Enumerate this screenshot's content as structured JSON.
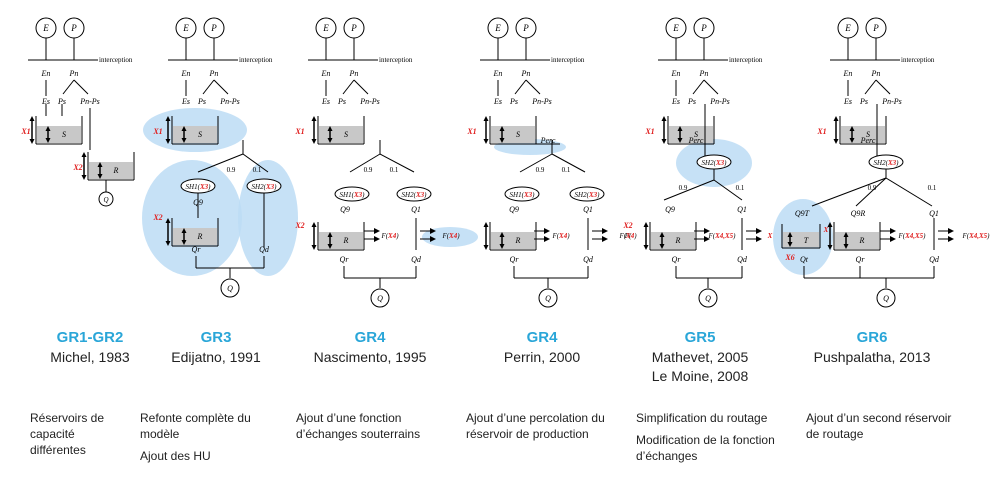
{
  "common": {
    "E": "E",
    "P": "P",
    "interception": "interception",
    "En": "En",
    "Pn": "Pn",
    "Es": "Es",
    "Ps": "Ps",
    "PnPs": "Pn-Ps",
    "S": "S",
    "R": "R",
    "T": "T",
    "Q": "Q",
    "Q9": "Q9",
    "Q1": "Q1",
    "Qr": "Qr",
    "Qd": "Qd",
    "Qt": "Qt",
    "Q9T": "Q9T",
    "Q9R": "Q9R",
    "perc": "Perc",
    "split09": "0.9",
    "split01": "0.1",
    "X1": "X1",
    "X2": "X2",
    "X6": "X6",
    "SH1": "SH1(",
    "SH2": "SH2(",
    "X3": "X3",
    "close": ")",
    "F": "F(",
    "X4": "X4",
    "X4X5": "X4,X5",
    "X": "X"
  },
  "models": [
    {
      "name": "GR1-GR2",
      "ref": [
        "Michel, 1983"
      ],
      "desc": [
        "Réservoirs de capacité différentes"
      ]
    },
    {
      "name": "GR3",
      "ref": [
        "Edijatno, 1991"
      ],
      "desc": [
        "Refonte complète du modèle",
        "Ajout des HU"
      ]
    },
    {
      "name": "GR4",
      "ref": [
        "Nascimento, 1995"
      ],
      "desc": [
        "Ajout d’une fonction d’échanges souterrains"
      ]
    },
    {
      "name": "GR4",
      "ref": [
        "Perrin, 2000"
      ],
      "desc": [
        "Ajout d’une percolation du réservoir de production"
      ]
    },
    {
      "name": "GR5",
      "ref": [
        "Mathevet, 2005",
        "Le Moine, 2008"
      ],
      "desc": [
        "Simplification du routage",
        "Modification de la fonction d’échanges"
      ]
    },
    {
      "name": "GR6",
      "ref": [
        "Pushpalatha, 2013"
      ],
      "desc": [
        "Ajout d’un second réservoir de routage"
      ]
    }
  ],
  "colors": {
    "accent": "#2aa6d8",
    "param": "#e02020",
    "tank": "#c8c8c8",
    "highlight": "#bcdcf4"
  }
}
